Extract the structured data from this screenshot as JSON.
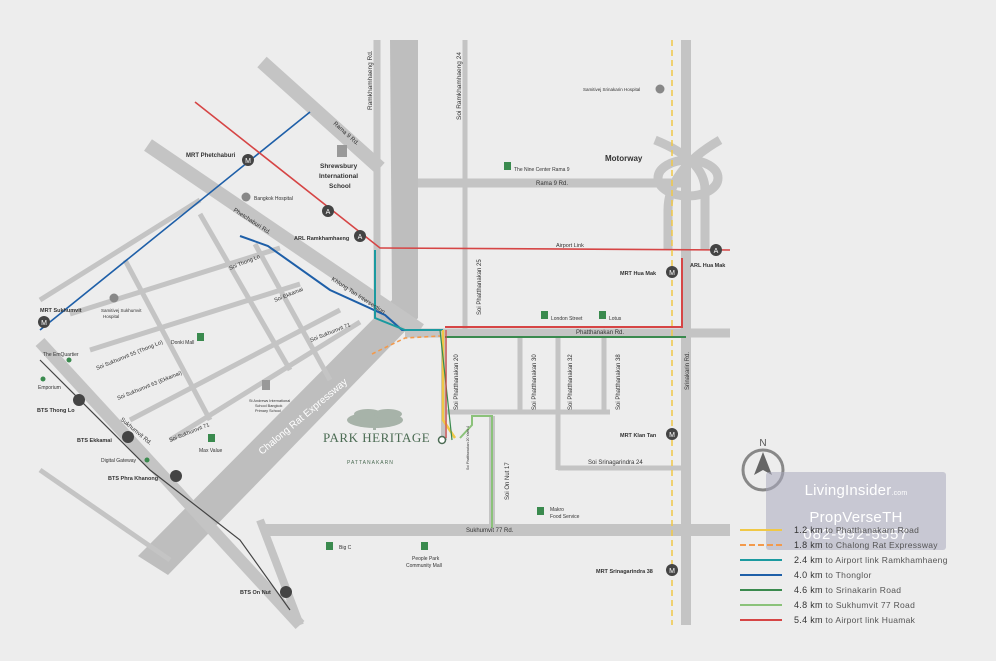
{
  "project": {
    "name": "PARK HERITAGE",
    "sub": "PATTANAKARN"
  },
  "roads": {
    "ramkhamhaeng": "Ramkhamhaeng Rd.",
    "soi_ram24": "Soi Ramkhamhaeng 24",
    "rama9_diag": "Rama 9 Rd.",
    "rama9": "Rama 9 Rd.",
    "motorway": "Motorway",
    "airport_link": "Airport Link",
    "phetchaburi": "Phetchaburi Rd.",
    "khlong_tan": "Khlong Tan Intersection",
    "phatthanakan": "Phatthanakan Rd.",
    "soi_phat25": "Soi Phatthanakan 25",
    "soi_phat20": "Soi Phatthanakan 20",
    "soi_phat30": "Soi Phatthanakan 30",
    "soi_phat32": "Soi Phatthanakan 32",
    "soi_phat38": "Soi Phatthanakan 38",
    "srinakarin": "Srinakarin Rd.",
    "soi_srinagarindra24": "Soi Srinagarindra 24",
    "sukhumvit77": "Sukhumvit 77 Rd.",
    "soi_onnut17": "Soi On Nut 17",
    "soi_phat_small": "Soi Phatthanakan 20 Yaek 4",
    "chalong_rat": "Chalong Rat Expressway",
    "sukhumvit": "Sukhumvit Rd.",
    "soi_thonglo": "Soi Thong Lo",
    "soi_ekkamai": "Soi Ekkamai",
    "soi_suk55": "Soi Sukhumvit 55 (Thong Lo)",
    "soi_suk63": "Soi Sukhumvit 63 (Ekkamai)",
    "soi_suk71": "Soi Sukhumvit 71",
    "soi_suk71b": "Soi Sukhumvit 71"
  },
  "places": {
    "shrewsbury": [
      "Shrewsbury",
      "International",
      "School"
    ],
    "bangkok_hospital": "Bangkok Hospital",
    "samitivej_sukhumvit": [
      "Samitivej Sukhumvit",
      "Hospital"
    ],
    "samitivej_srinakarin": "Samitivej Srinakarin Hospital",
    "nine_center": "The Nine Center Rama 9",
    "london_street": "London Street",
    "lotus": "Lotus",
    "donki": "Donki Mall",
    "st_andrews": [
      "St Andrews International",
      "School Bangkok",
      "Primary School"
    ],
    "max_value": "Max Value",
    "emquartier": "The EmQuartier",
    "emporium": "Emporium",
    "digital_gateway": "Digital Gateway",
    "makro": [
      "Makro",
      "Food Service"
    ],
    "big_c": "Big C",
    "people_park": [
      "People Park",
      "Community Mall"
    ]
  },
  "stations": {
    "mrt_phetchaburi": "MRT Phetchaburi",
    "arl_ramkhamhaeng": "ARL Ramkhamhaeng",
    "mrt_hua_mak": "MRT Hua Mak",
    "arl_hua_mak": "ARL Hua Mak",
    "mrt_sukhumvit": "MRT Sukhumvit",
    "bts_thong_lo": "BTS Thong Lo",
    "bts_ekkamai": "BTS Ekkamai",
    "bts_phra_khanong": "BTS Phra Khanong",
    "bts_on_nut": "BTS On Nut",
    "mrt_klan_tan": "MRT Klan Tan",
    "mrt_srinagarindra38": "MRT Srinagarindra 38"
  },
  "marker_letters": {
    "mrt": "M",
    "arl": "A",
    "compass": "N"
  },
  "watermark": {
    "brand": "LivingInsider",
    "domain": ".com",
    "line1": "PropVerseTH",
    "line2": "082-992-5557"
  },
  "legend": [
    {
      "dist": "1.2 km",
      "text": "to Phatthanakarn Road",
      "color": "#f0c846",
      "dashed": false
    },
    {
      "dist": "1.8 km",
      "text": "to Chalong Rat Expressway",
      "color": "#f39a4c",
      "dashed": true
    },
    {
      "dist": "2.4 km",
      "text": "to Airport link Ramkhamhaeng",
      "color": "#1b9aa0",
      "dashed": false
    },
    {
      "dist": "4.0 km",
      "text": "to Thonglor",
      "color": "#1e5fa8",
      "dashed": false
    },
    {
      "dist": "4.6 km",
      "text": "to Srinakarin Road",
      "color": "#3a8a4e",
      "dashed": false
    },
    {
      "dist": "4.8 km",
      "text": "to Sukhumvit 77 Road",
      "color": "#8bc27a",
      "dashed": false
    },
    {
      "dist": "5.4 km",
      "text": "to Airport link Huamak",
      "color": "#d64545",
      "dashed": false
    }
  ]
}
